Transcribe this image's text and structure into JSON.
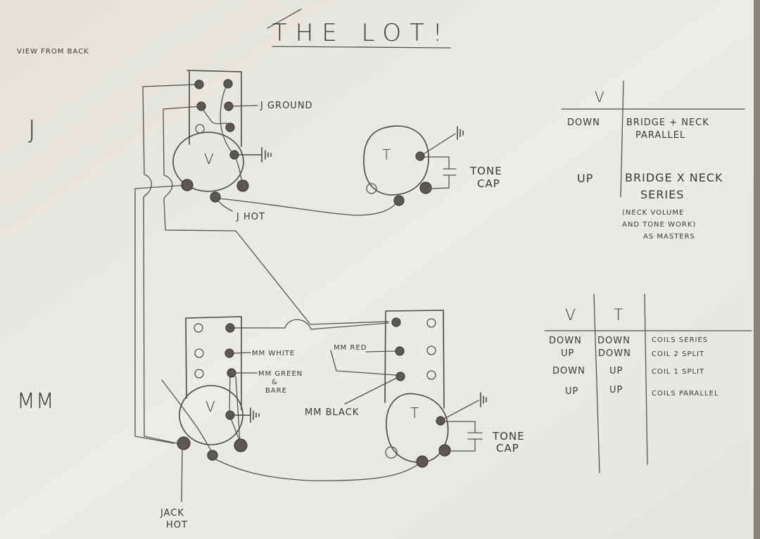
{
  "title": "THE LOT!",
  "view_note": "VIEW FROM BACK",
  "sections": {
    "j_label": "J",
    "mm_label": "MM"
  },
  "j_section": {
    "volume_pot": "V",
    "tone_pot": "T",
    "labels": {
      "j_ground": "J GROUND",
      "j_hot": "J HOT",
      "tone_cap_1": "TONE",
      "tone_cap_2": "CAP"
    }
  },
  "mm_section": {
    "volume_pot": "V",
    "tone_pot": "T",
    "labels": {
      "mm_white": "MM WHITE",
      "mm_green_1": "MM GREEN",
      "mm_green_2": "&",
      "mm_green_3": "BARE",
      "mm_red": "MM RED",
      "mm_black": "MM BLACK",
      "tone_cap_1": "TONE",
      "tone_cap_2": "CAP",
      "jack_hot_1": "JACK",
      "jack_hot_2": "HOT"
    }
  },
  "table_j": {
    "header": "V",
    "rows": [
      {
        "v": "DOWN",
        "result": [
          "BRIDGE + NECK",
          "PARALLEL"
        ]
      },
      {
        "v": "UP",
        "result": [
          "BRIDGE X NECK",
          "SERIES"
        ]
      }
    ],
    "note": [
      "(NECK VOLUME",
      "AND TONE WORK)",
      "AS MASTERS"
    ]
  },
  "table_mm": {
    "headers": [
      "V",
      "T"
    ],
    "rows": [
      {
        "v": "DOWN",
        "t": "DOWN",
        "result": "COILS SERIES"
      },
      {
        "v": "UP",
        "t": "DOWN",
        "result": "COIL 2 SPLIT"
      },
      {
        "v": "DOWN",
        "t": "UP",
        "result": "COIL 1 SPLIT"
      },
      {
        "v": "UP",
        "t": "UP",
        "result": "COILS PARALLEL"
      }
    ]
  }
}
